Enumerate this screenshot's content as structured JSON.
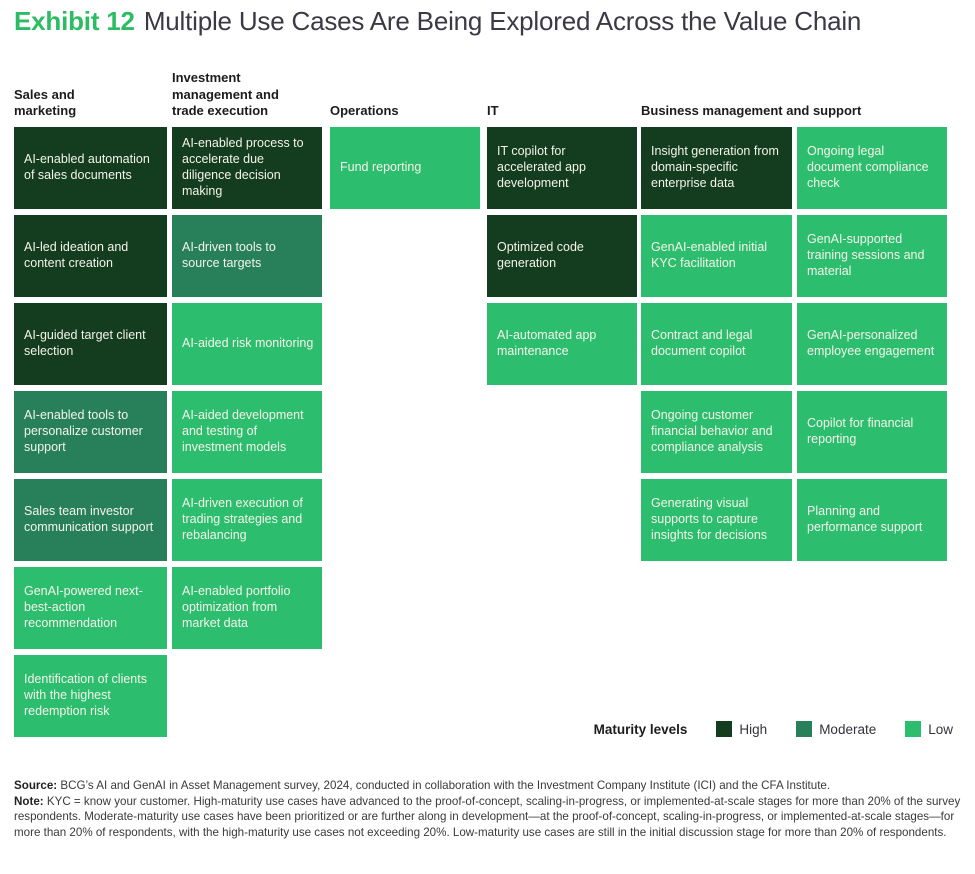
{
  "title": {
    "exhibit_label": "Exhibit 12",
    "text": "Multiple Use Cases Are Being Explored Across the Value Chain"
  },
  "column_headers": [
    {
      "label": "Sales and marketing"
    },
    {
      "label": "Investment management and trade execution"
    },
    {
      "label": "Operations"
    },
    {
      "label": "IT"
    },
    {
      "label": "Business management and support"
    }
  ],
  "chart_data": {
    "type": "table",
    "title": "Multiple Use Cases Are Being Explored Across the Value Chain",
    "exhibit": "Exhibit 12",
    "legend_title": "Maturity levels",
    "maturity_levels": [
      "High",
      "Moderate",
      "Low"
    ],
    "columns": [
      {
        "group": "Sales and marketing",
        "use_cases": [
          {
            "label": "AI-enabled automation of sales documents",
            "maturity": "high"
          },
          {
            "label": "AI-led ideation and content creation",
            "maturity": "high"
          },
          {
            "label": "AI-guided target client selection",
            "maturity": "high"
          },
          {
            "label": "AI-enabled tools to personalize customer support",
            "maturity": "moderate"
          },
          {
            "label": "Sales team investor communication support",
            "maturity": "moderate"
          },
          {
            "label": "GenAI-powered next-best-action recommendation",
            "maturity": "low"
          },
          {
            "label": "Identification of clients with the highest redemption risk",
            "maturity": "low"
          }
        ]
      },
      {
        "group": "Investment management and trade execution",
        "use_cases": [
          {
            "label": "AI-enabled process to accelerate due diligence decision making",
            "maturity": "high"
          },
          {
            "label": "AI-driven tools to source targets",
            "maturity": "moderate"
          },
          {
            "label": "AI-aided risk monitoring",
            "maturity": "low"
          },
          {
            "label": "AI-aided development and testing of investment models",
            "maturity": "low"
          },
          {
            "label": "AI-driven execution of trading strategies and rebalancing",
            "maturity": "low"
          },
          {
            "label": "AI-enabled portfolio optimization from market data",
            "maturity": "low"
          }
        ]
      },
      {
        "group": "Operations",
        "use_cases": [
          {
            "label": "Fund reporting",
            "maturity": "low"
          }
        ]
      },
      {
        "group": "IT",
        "use_cases": [
          {
            "label": "IT copilot for accelerated app development",
            "maturity": "high"
          },
          {
            "label": "Optimized code generation",
            "maturity": "high"
          },
          {
            "label": "AI-automated app maintenance",
            "maturity": "low"
          }
        ]
      },
      {
        "group": "Business management and support",
        "use_cases": [
          {
            "label": "Insight generation from domain-specific enterprise data",
            "maturity": "high"
          },
          {
            "label": "GenAI-enabled initial KYC facilitation",
            "maturity": "low"
          },
          {
            "label": "Contract and legal document copilot",
            "maturity": "low"
          },
          {
            "label": "Ongoing customer financial behavior and compliance analysis",
            "maturity": "low"
          },
          {
            "label": "Generating visual supports to capture insights for decisions",
            "maturity": "low"
          }
        ]
      },
      {
        "group": "Business management and support",
        "use_cases": [
          {
            "label": "Ongoing legal document compliance check",
            "maturity": "low"
          },
          {
            "label": "GenAI-supported training sessions and material",
            "maturity": "low"
          },
          {
            "label": "GenAI-personalized employee engagement",
            "maturity": "low"
          },
          {
            "label": "Copilot for financial reporting",
            "maturity": "low"
          },
          {
            "label": "Planning and performance support",
            "maturity": "low"
          }
        ]
      }
    ]
  },
  "legend": {
    "label": "Maturity levels",
    "items": [
      {
        "label": "High",
        "level": "high"
      },
      {
        "label": "Moderate",
        "level": "moderate"
      },
      {
        "label": "Low",
        "level": "low"
      }
    ]
  },
  "colors": {
    "high": "#143c1e",
    "moderate": "#27805a",
    "low": "#2dbd6e",
    "accent_green": "#2cbd64",
    "title_text": "#3a3a44"
  },
  "footer": {
    "source_label": "Source:",
    "source_text": "BCG’s AI and GenAI in Asset Management survey, 2024, conducted in collaboration with the Investment Company Institute (ICI) and the CFA Institute.",
    "note_label": "Note:",
    "note_text": "KYC = know your customer. High-maturity use cases have advanced to the proof-of-concept, scaling-in-progress, or implemented-at-scale stages for more than 20% of the survey respondents. Moderate-maturity use cases have been prioritized or are further along in development—at the proof-of-concept, scaling-in-progress, or implemented-at-scale stages—for more than 20% of respondents, with the high-maturity use cases not exceeding 20%. Low-maturity use cases are still in the initial discussion stage for more than 20% of respondents."
  }
}
